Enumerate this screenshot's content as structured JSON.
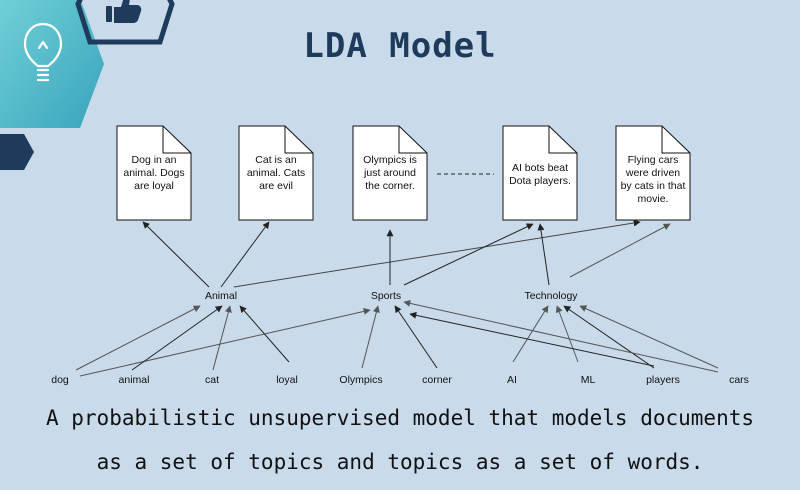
{
  "title": "LDA Model",
  "documents": [
    {
      "id": "d1",
      "lines": [
        "Dog in an",
        "animal. Dogs",
        "are loyal"
      ]
    },
    {
      "id": "d2",
      "lines": [
        "Cat is an",
        "animal. Cats",
        "are evil"
      ]
    },
    {
      "id": "d3",
      "lines": [
        "Olympics is",
        "just around",
        "the corner."
      ]
    },
    {
      "id": "d4",
      "lines": [
        "AI bots beat",
        "Dota players."
      ]
    },
    {
      "id": "d5",
      "lines": [
        "Flying cars",
        "were driven",
        "by cats in that",
        "movie."
      ]
    }
  ],
  "topics": [
    "Animal",
    "Sports",
    "Technology"
  ],
  "words": [
    "dog",
    "animal",
    "cat",
    "loyal",
    "Olympics",
    "corner",
    "AI",
    "ML",
    "players",
    "cars"
  ],
  "caption": {
    "line1": "A probabilistic unsupervised model that models documents",
    "line2": "as a set of topics and topics as a set of words."
  },
  "icons": {
    "top": "thumbs-up-icon",
    "side": "lightbulb-icon"
  },
  "colors": {
    "background": "#c9daea",
    "title": "#1f3b5c",
    "accent_teal": "#45b5c4",
    "accent_navy": "#1f3b5c"
  }
}
